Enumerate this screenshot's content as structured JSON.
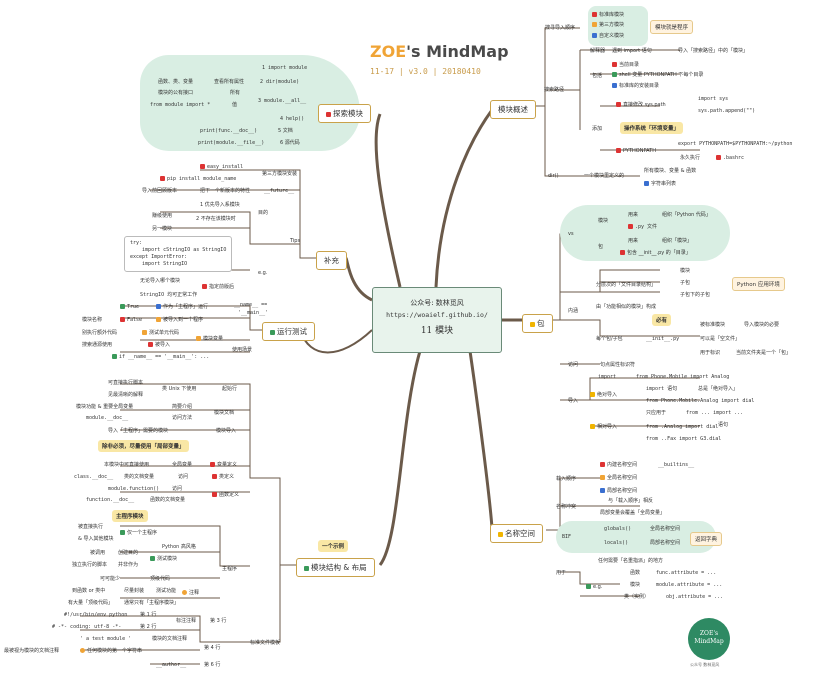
{
  "header": {
    "title_brand": "ZOE",
    "title_apos": "'s",
    "title_rest": " MindMap",
    "subtitle": "11-17 | v3.0 | 20180410"
  },
  "center": {
    "line1": "公众号: 数林觅风",
    "line2": "https://woaielf.github.io/",
    "line3": "11 模块"
  },
  "colors": {
    "brand": "#f0a436",
    "link": "#6b5a4a",
    "blob": "#d9eee3",
    "tag_yellow": "#f9e7a5",
    "tag_orange": "#fff3e0",
    "logo": "#2e8a63"
  },
  "branches": {
    "module_overview": {
      "label": "模块概述",
      "search_order": {
        "label": "搜寻导入顺序",
        "items": [
          "标准库模块",
          "第三方模块",
          "自定义模块"
        ],
        "note": "模块就是程序",
        "item_icons": [
          "red-square-icon",
          "orange-square-icon",
          "blue-square-icon"
        ]
      },
      "search_path": {
        "label": "搜索路径",
        "interpreter": "解释器",
        "meets_import": "遇到 import 语句",
        "arrow": "导入「搜索路径」中的「模块」",
        "include": "包括",
        "inc_items": [
          "当前目录",
          "shell 变量 PYTHONPATH 下每个目录",
          "标准库的安装目录"
        ],
        "add": "添加",
        "add_items": [
          "直接修改 sys.path",
          "操作系统「环境变量」",
          "PYTHONPATH"
        ],
        "code1": "import sys",
        "code2": "sys.path.append(\"\")",
        "export": "export PYTHONPATH=$PYTHONPATH:~/python",
        "forever": "永久执行",
        "bashrc": ".bashrc"
      },
      "dir": {
        "label": "dir()",
        "desc": "一个模块里定义的",
        "items": [
          "所有模块、变量 & 函数",
          "字符串列表"
        ]
      }
    },
    "explore": {
      "label": "探索模块",
      "items": [
        "1 import module",
        "函数、类、变量",
        "查看所有属性",
        "2 dir(module)",
        "模块的公有接口",
        "所有",
        "3 module.__all__",
        "from module import *",
        "值",
        "4 help()",
        "print(func.__doc__)",
        "5 文档",
        "print(module.__file__)",
        "6 源代码"
      ]
    },
    "supplement": {
      "label": "补充",
      "items": [
        "easy_install",
        "pip install module_name",
        "第三方模块安装",
        "导入前回顾版本",
        "把下一个新版本的特性",
        "__future__",
        "1 优先导入系模块",
        "目的",
        "赚级使用",
        "2 不存在该模块时",
        "另一模块",
        "Tips",
        "无论导入哪个模块",
        "指定前版后",
        "StringIO 均可正常工作",
        "e.g."
      ],
      "code_try": "try:\n    import cStringIO as StringIO\nexcept ImportError:\n    import StringIO"
    },
    "run_test": {
      "label": "运行测试",
      "items": [
        "True",
        "作为「主程序」运行",
        "__name__ ==",
        "'__main__'",
        "模块名称",
        "False",
        "被导入到一个程序",
        "别执行额外代码",
        "测试单元代码",
        "模块变量",
        "搜索通源使用",
        "被导入",
        "使用场景",
        "if __name__ == '__main__': ..."
      ]
    },
    "structure": {
      "label": "模块结构 & 布局",
      "tag": "一个示例",
      "structure_node": "结构布局",
      "items": [
        "可直接执行脚本",
        "类 Unix 下使用",
        "起始行",
        "见最清晰的解释",
        "模块功能 & 重要全局变量",
        "简要介绍",
        "module.__doc__",
        "访问方法",
        "模块文档",
        "导入「主程序」需要的模块",
        "模块导入",
        "除非必须，尽量使用「局部变量」",
        "本模块中可直接使用",
        "全局变量",
        "变量定义",
        "class.__doc__",
        "类的文档变量",
        "访问",
        "类定义",
        "module.function()",
        "访问",
        "function.__doc__",
        "函数的文档变量",
        "函数定义",
        "主程序模块",
        "被直接执行",
        "仅一个主程序",
        "& 导入其他模块",
        "主程序",
        "被调用",
        "创建目的",
        "测试模块",
        "独立执行的脚本",
        "并非作为",
        "Python 高风格",
        "可可能少",
        "顶级代码",
        "到函数 or 类中",
        "尽量封装",
        "测试功能",
        "有大量「顶级代码」",
        "通常只有「主程序模块」",
        "注释"
      ],
      "template": {
        "label": "标准文件模板",
        "items": [
          "#!/usr/bin/env python",
          "第 1 行",
          "标注注释",
          "第 2 行",
          "第 3 行",
          "# -*- coding: utf-8 -*-",
          "' a test module '",
          "模块的文档注释",
          "最被视为模块的文档注释",
          "任何模块的第一个字符串",
          "第 4 行",
          "__author__",
          "第 6 行"
        ]
      }
    },
    "package": {
      "label": "包",
      "vs": "vs",
      "module": "模块",
      "module_items": [
        "用来",
        "组织「Python 代码」",
        ".py 文件"
      ],
      "pkg": "包",
      "pkg_items": [
        "用来",
        "组织「模块」",
        "包含 __init__.py 的「目录」"
      ],
      "inner": "内涵",
      "inner_items": [
        "分层次的「文件目录结构」",
        "模块",
        "子包",
        "子包下的子包",
        "Python 应用环境",
        "由「功能相似的模块」构成",
        "必有",
        "每个包/子包",
        "__init__.py",
        "被标准模块",
        "导入模块的必要",
        "可以是「空文件」",
        "用于标识",
        "当前文件夹是一个「包」"
      ],
      "visit": "访问",
      "visit_text": "句点属性标识符",
      "import": "导入",
      "import_items": [
        "import",
        "from Phone.Mobile import Analog",
        "绝对导入",
        "import 语句",
        "总是「绝对导入」",
        "from Phone.Mobile.Analog import dial",
        "只应用于",
        "from ... import ...",
        "相对导入",
        "语句",
        "from .Analog import dial",
        "from ..Fax import G3.dial"
      ]
    },
    "namespace": {
      "label": "名称空间",
      "load_order": "载入顺序",
      "load_items": [
        "内建名称空间",
        "__builtins__",
        "全局名称空间",
        "局部名称空间"
      ],
      "name_conflict": "名称冲突",
      "conflict_items": [
        "与「载入顺序」相反",
        "局部变量会覆盖「全局变量」"
      ],
      "bif": "BIF",
      "bif_items": [
        "globals()",
        "全局名称空间",
        "locals()",
        "局部名称空间"
      ],
      "return_tag": "返回字典",
      "usage": "用于",
      "usage_items": [
        "任何需要「名重指派」的地方",
        "函数",
        "func.attribute = ...",
        "模块",
        "module.attribute = ...",
        "类（实例）",
        "obj.attribute = ...",
        "e.g."
      ]
    }
  },
  "logo": {
    "line1": "ZOE's",
    "line2": "MindMap",
    "caption": "公众号 数林觅风"
  }
}
